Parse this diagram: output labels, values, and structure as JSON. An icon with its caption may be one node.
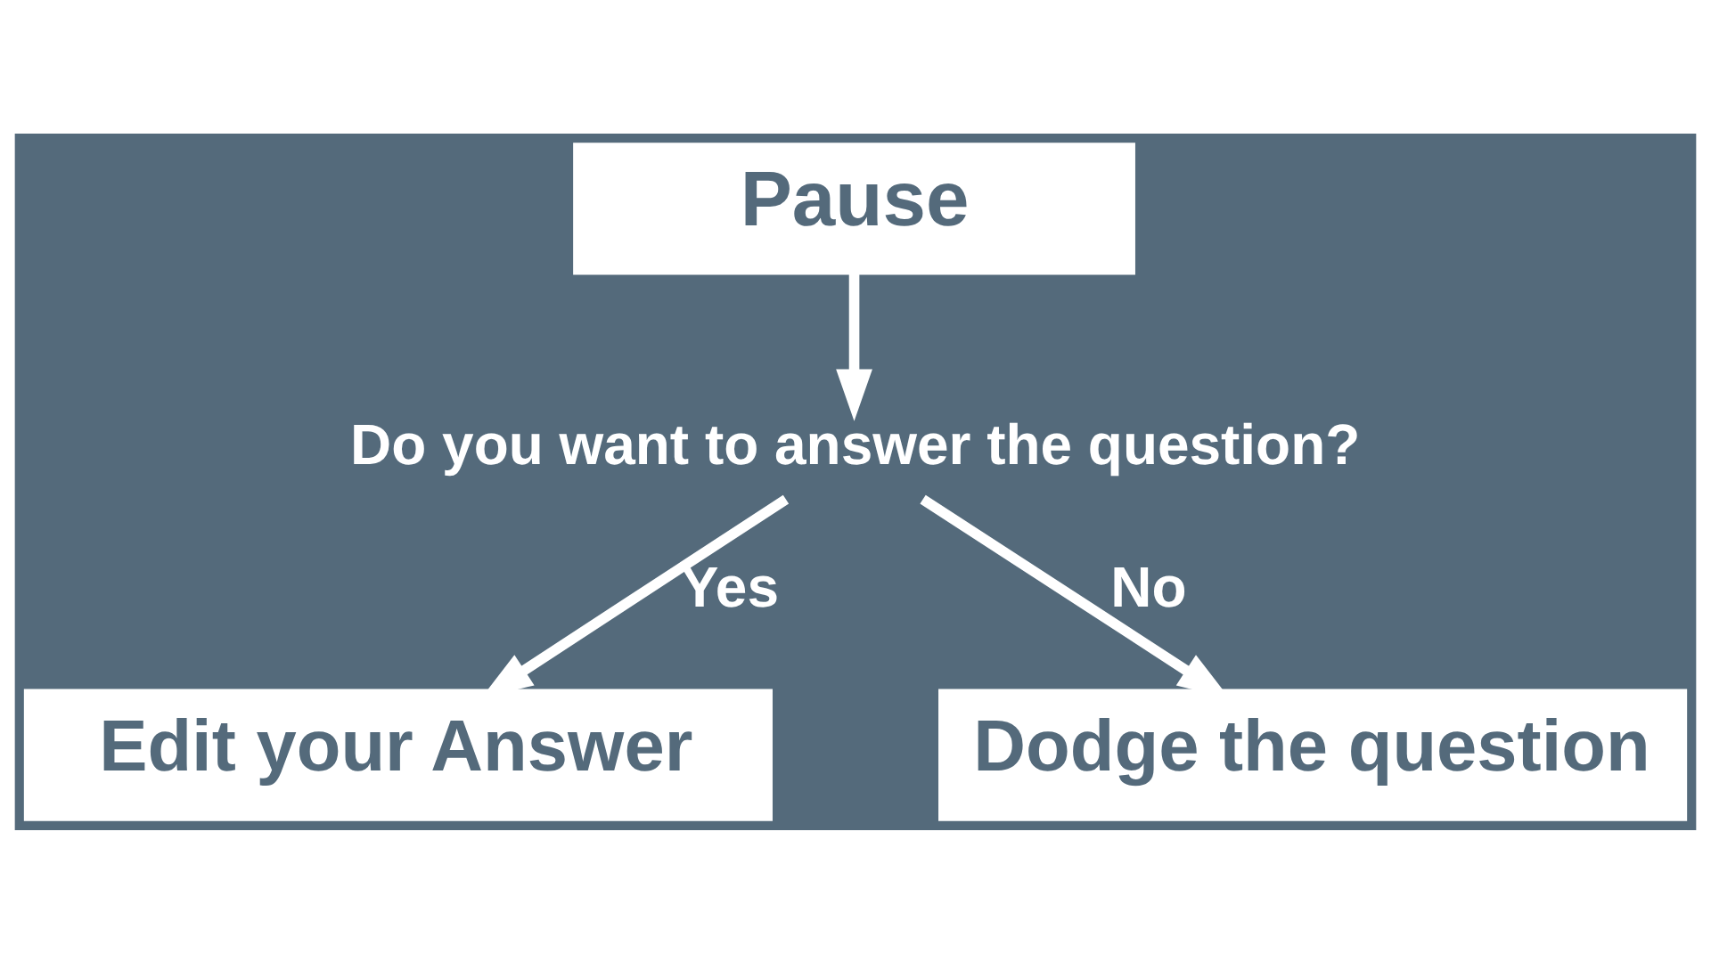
{
  "diagram": {
    "nodes": [
      {
        "text": [
          "Pause"
        ]
      },
      {
        "text": [
          "Do you want to answer the question?"
        ]
      },
      {
        "text": [
          "Edit your Answer"
        ]
      },
      {
        "text": [
          "Dodge the question"
        ]
      }
    ],
    "edges": [
      {
        "from": 0,
        "to": 1,
        "arrow": "to"
      },
      {
        "from": 1,
        "to": 2,
        "arrow": "to",
        "label": "Yes"
      },
      {
        "from": 1,
        "to": 3,
        "arrow": "to",
        "label": "No"
      }
    ]
  }
}
